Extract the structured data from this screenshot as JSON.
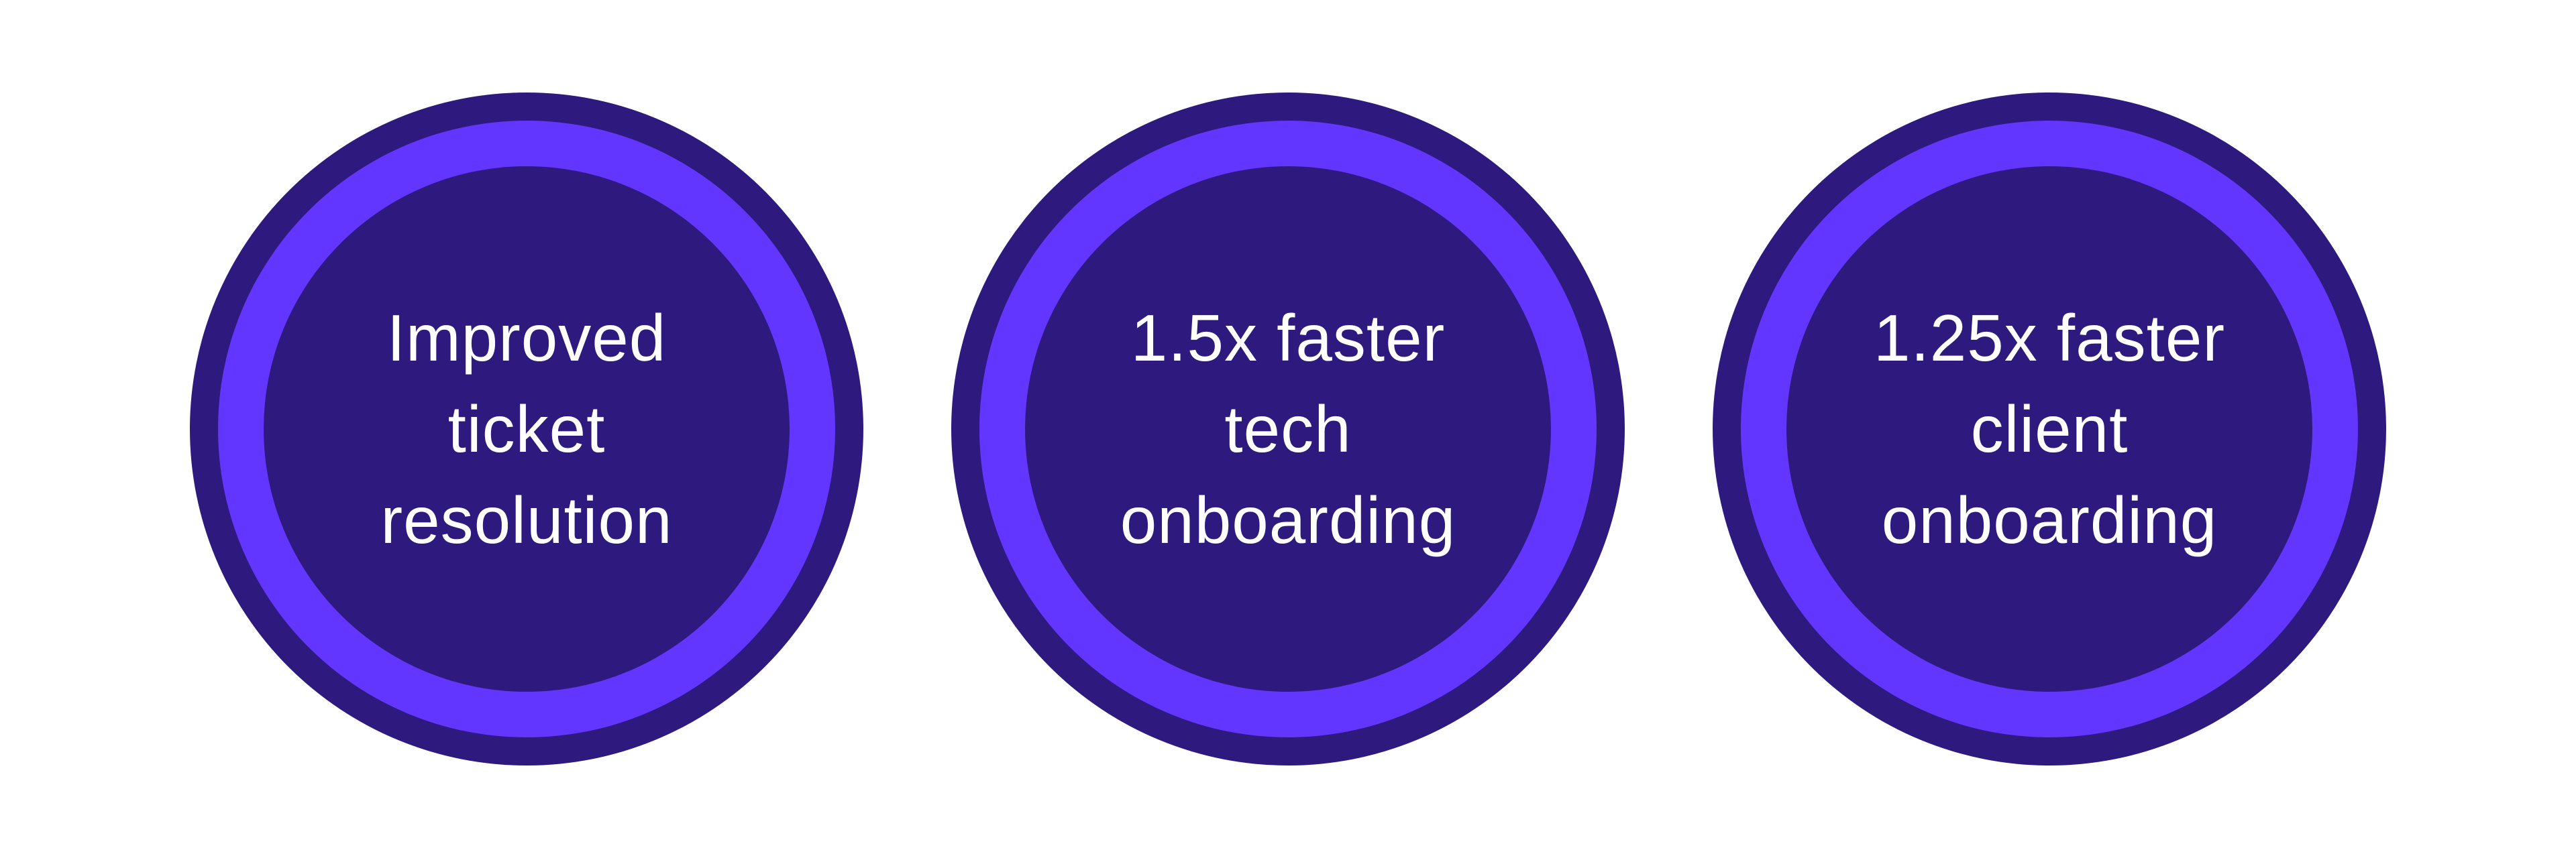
{
  "colors": {
    "outer_ring": "#2E1A7E",
    "middle_ring": "#6236FF",
    "inner_fill": "#2E1A7E",
    "text": "#FFFFFF",
    "background": "#FFFFFF"
  },
  "badges": [
    {
      "lines": [
        "Improved",
        "ticket",
        "resolution"
      ]
    },
    {
      "lines": [
        "1.5x faster",
        "tech",
        "onboarding"
      ]
    },
    {
      "lines": [
        "1.25x faster",
        "client",
        "onboarding"
      ]
    }
  ]
}
